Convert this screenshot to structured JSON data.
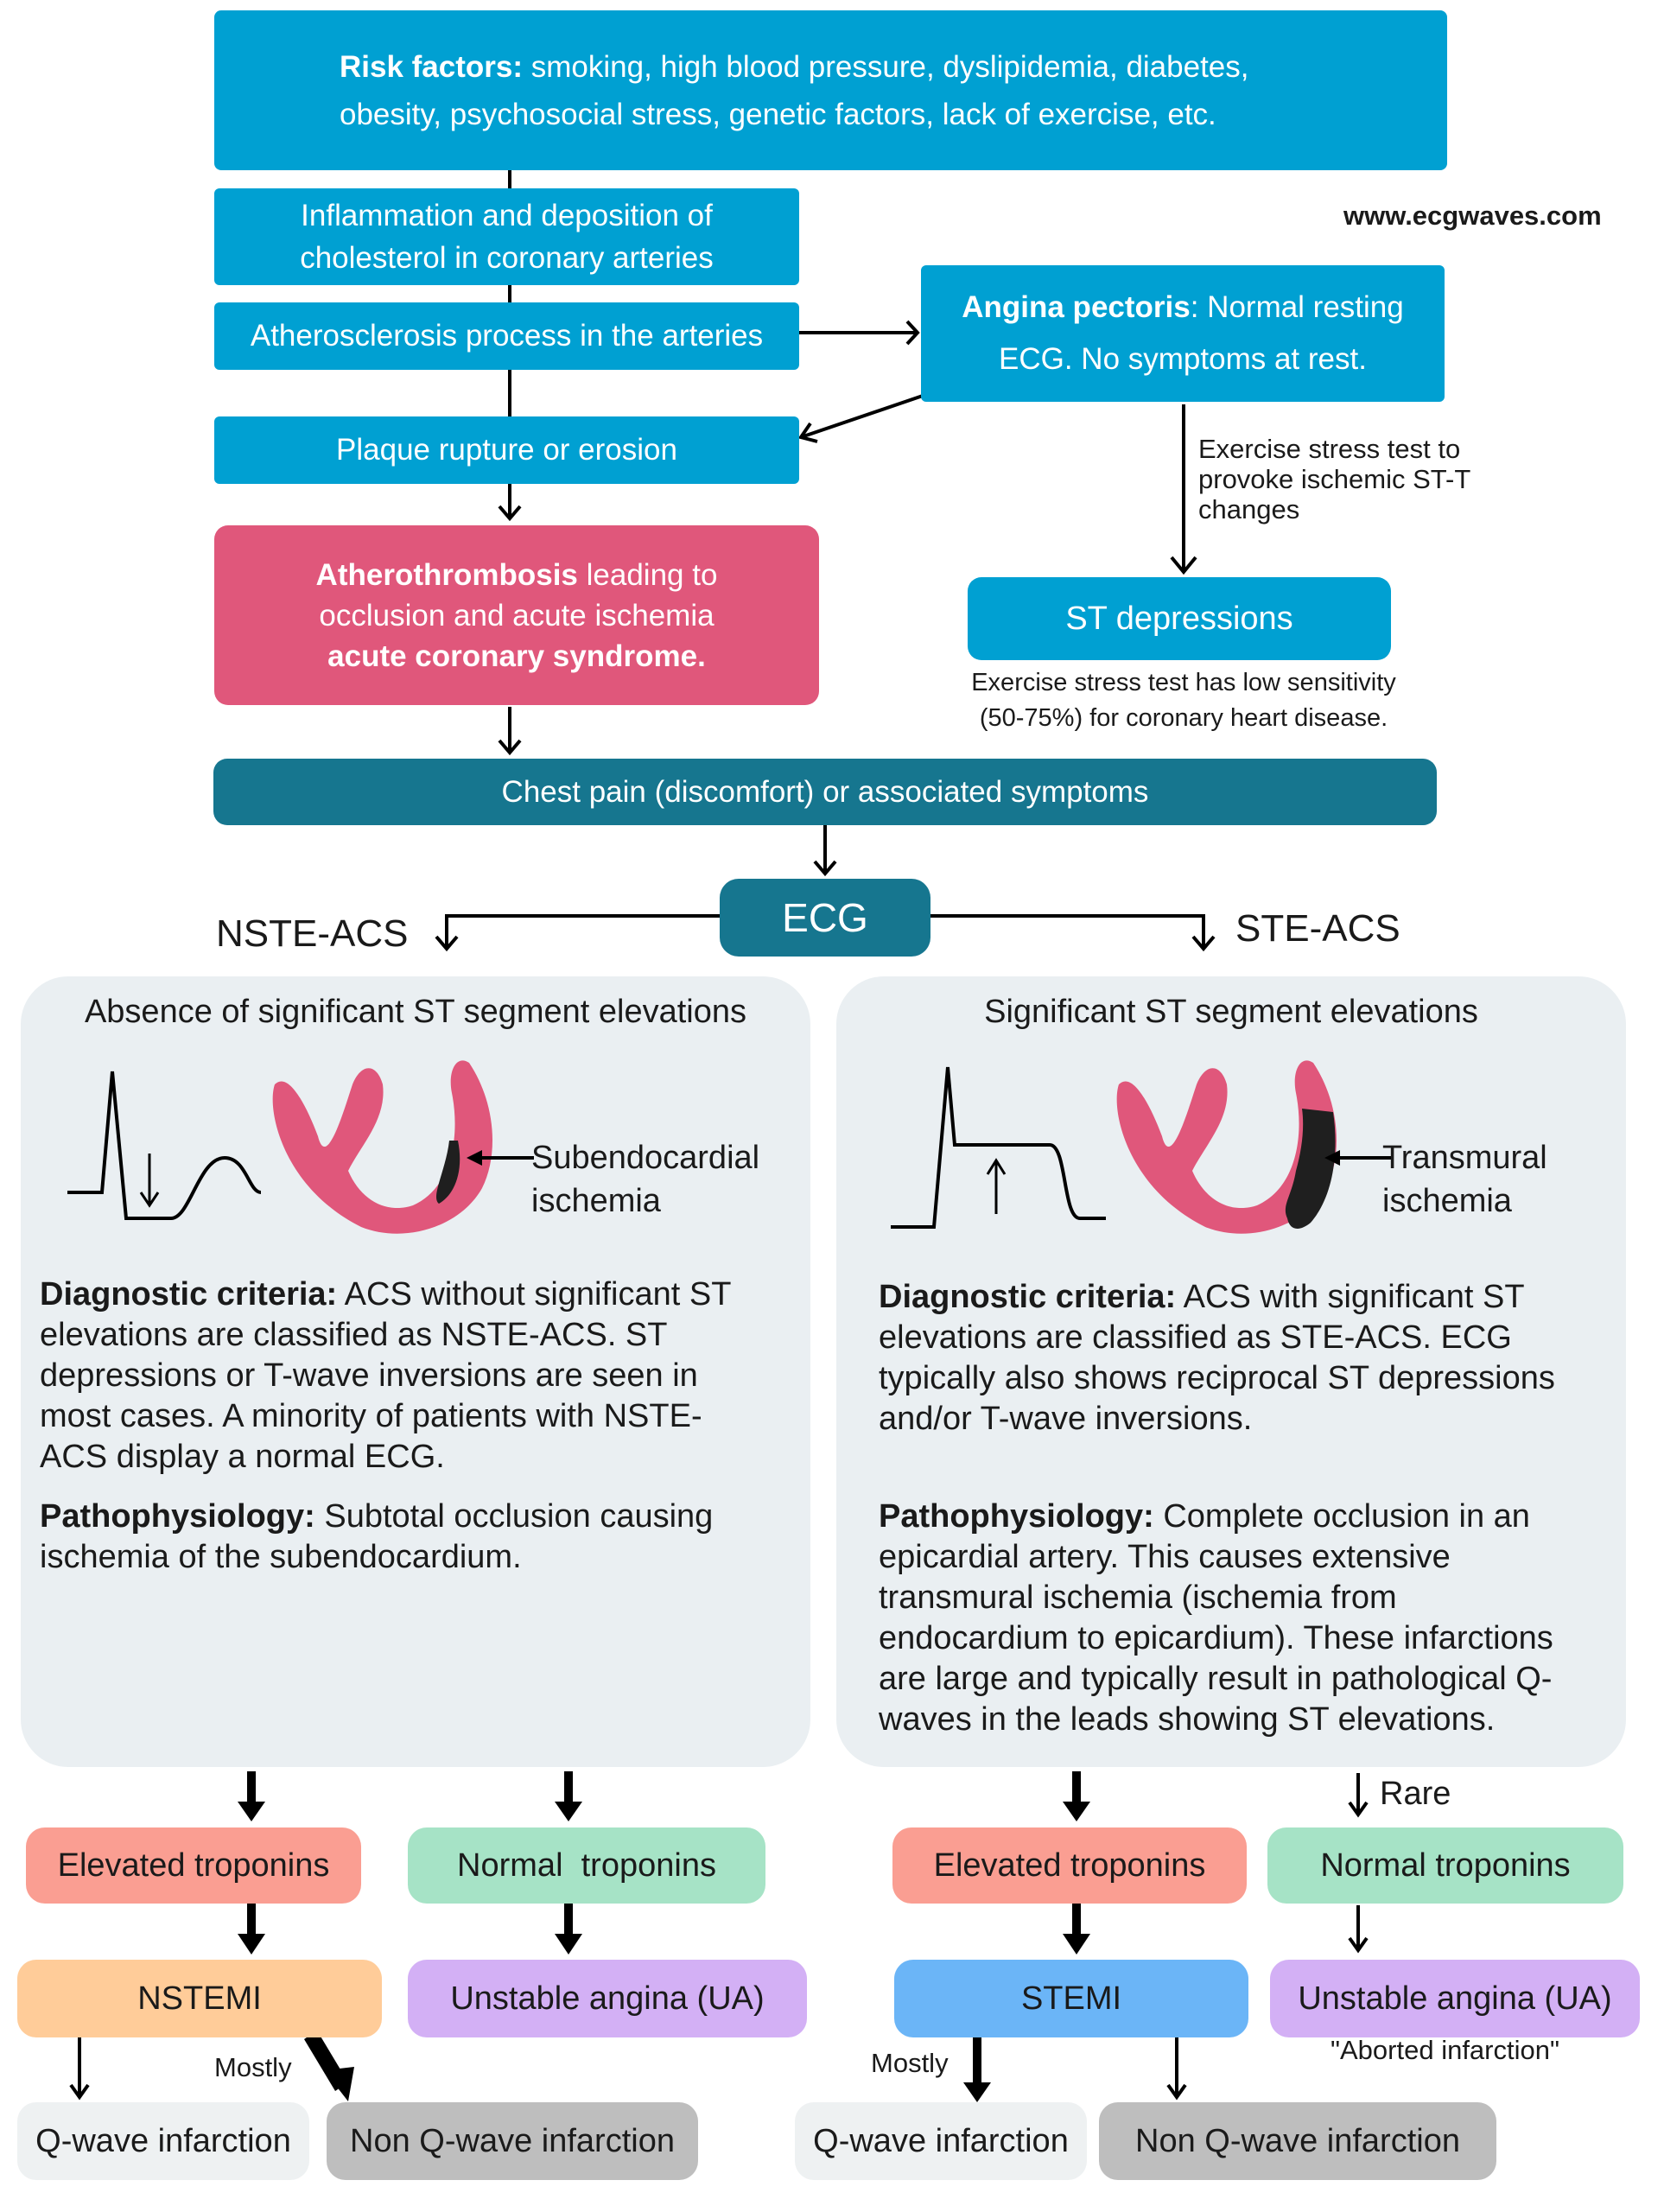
{
  "risk": {
    "label": "Risk factors:",
    "text1": " smoking, high blood pressure, dyslipidemia, diabetes,",
    "text2": "obesity, psychosocial stress, genetic factors, lack of exercise, etc."
  },
  "website": "www.ecgwaves.com",
  "inflammation": {
    "line1": "Inflammation and deposition of",
    "line2": "cholesterol in coronary arteries"
  },
  "atherosclerosis": "Atherosclerosis process in the arteries",
  "angina": {
    "bold": "Angina pectoris",
    "line1_rest": ": Normal resting",
    "line2": "ECG. No symptoms at rest."
  },
  "plaque": "Plaque rupture or erosion",
  "exercise": {
    "line1": "Exercise stress test to",
    "line2": "provoke ischemic ST-T",
    "line3": "changes"
  },
  "atherothrombosis": {
    "bold1": "Atherothrombosis",
    "rest1": " leading to",
    "line2": "occlusion and acute ischemia",
    "bold3": "acute coronary syndrome."
  },
  "st_depressions": "ST depressions",
  "sensitivity": {
    "line1": "Exercise stress test has low sensitivity",
    "line2": "(50-75%) for coronary heart disease."
  },
  "chest_pain": "Chest pain (discomfort) or associated symptoms",
  "ecg": "ECG",
  "nste_acs": "NSTE-ACS",
  "ste_acs": "STE-ACS",
  "left_panel": {
    "heading": "Absence of significant ST segment elevations",
    "ischemia_label1": "Subendocardial",
    "ischemia_label2": "ischemia",
    "criteria_bold": "Diagnostic criteria:",
    "criteria_l1": " ACS without significant ST",
    "criteria_l2": "elevations are classified as NSTE-ACS. ST",
    "criteria_l3": "depressions or T-wave inversions are seen in",
    "criteria_l4": "most cases. A minority of patients with NSTE-",
    "criteria_l5": "ACS display a normal ECG.",
    "patho_bold": "Pathophysiology:",
    "patho_l1": " Subtotal occlusion causing",
    "patho_l2": "ischemia of the subendocardium."
  },
  "right_panel": {
    "heading": "Significant ST segment elevations",
    "ischemia_label1": "Transmural",
    "ischemia_label2": "ischemia",
    "criteria_bold": "Diagnostic criteria:",
    "criteria_l1": " ACS with significant ST",
    "criteria_l2": "elevations are classified as STE-ACS. ECG",
    "criteria_l3": "typically also shows reciprocal ST depressions",
    "criteria_l4": "and/or T-wave inversions.",
    "patho_bold": "Pathophysiology:",
    "patho_l1": " Complete occlusion in an",
    "patho_l2": "epicardial artery. This causes extensive",
    "patho_l3": "transmural ischemia (ischemia from",
    "patho_l4": "endocardium to epicardium). These infarctions",
    "patho_l5": "are large and typically result in pathological Q-",
    "patho_l6": "waves in the leads showing ST elevations."
  },
  "rare": "Rare",
  "left_outcomes": {
    "elevated": "Elevated troponins",
    "normal": "Normal  troponins",
    "nstemi": "NSTEMI",
    "ua": "Unstable angina (UA)",
    "mostly": "Mostly",
    "q_wave": "Q-wave infarction",
    "non_q_wave": "Non Q-wave infarction"
  },
  "right_outcomes": {
    "elevated": "Elevated troponins",
    "normal": "Normal troponins",
    "stemi": "STEMI",
    "ua": "Unstable angina (UA)",
    "aborted": "\"Aborted infarction\"",
    "mostly": "Mostly",
    "q_wave": "Q-wave infarction",
    "non_q_wave": "Non Q-wave infarction"
  },
  "colors": {
    "blue": "#00A0D2",
    "dark_teal": "#16768F",
    "pink": "#E0577B",
    "panel": "#EAEFF2",
    "salmon": "#FA9E92",
    "mint": "#A6E3C6",
    "orange": "#FFCC99",
    "lavender": "#D3B0F5",
    "stemi_blue": "#6BB5F7",
    "light_grey": "#EEF1F2",
    "grey": "#BEBEBE"
  }
}
